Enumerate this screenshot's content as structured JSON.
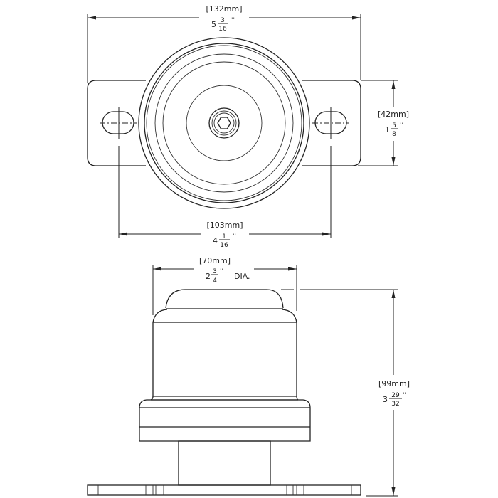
{
  "top_view": {
    "overall_width": {
      "metric": "[132mm]",
      "whole": "5",
      "num": "3",
      "den": "16",
      "unit": "''"
    },
    "slot_spacing": {
      "metric": "[103mm]",
      "whole": "4",
      "num": "1",
      "den": "16",
      "unit": "''"
    },
    "plate_height": {
      "metric": "[42mm]",
      "whole": "1",
      "num": "5",
      "den": "8",
      "unit": "''"
    }
  },
  "side_view": {
    "dome_diameter": {
      "metric": "[70mm]",
      "whole": "2",
      "num": "3",
      "den": "4",
      "unit": "''",
      "suffix": "DIA."
    },
    "overall_height": {
      "metric": "[99mm]",
      "whole": "3",
      "num": "29",
      "den": "32",
      "unit": "''"
    }
  }
}
